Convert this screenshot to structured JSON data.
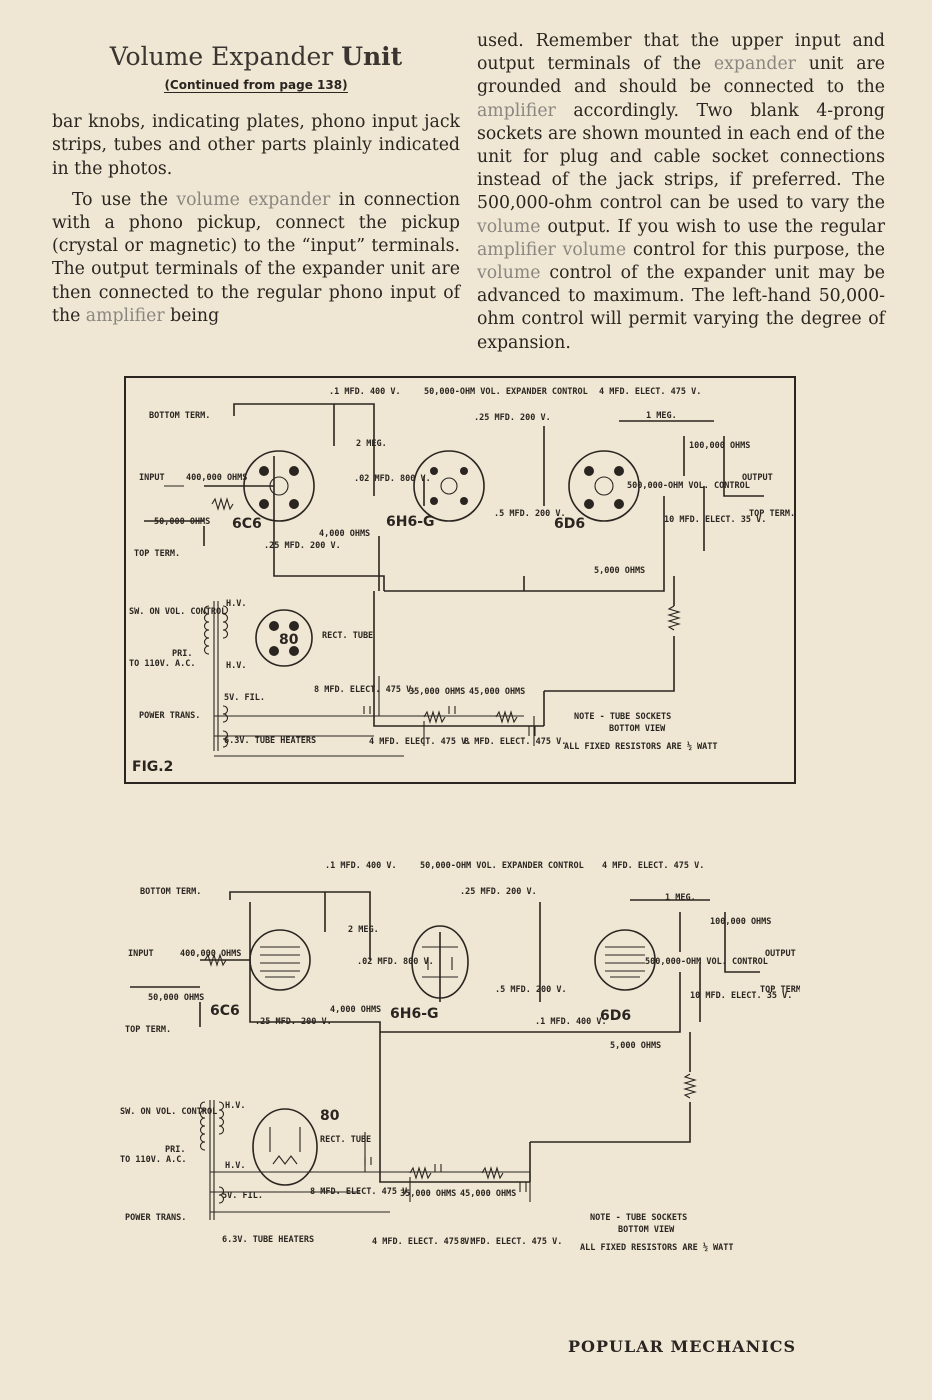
{
  "article": {
    "title_regular": "Volume Expander ",
    "title_bold": "Unit",
    "continued": "(Continued from page 138)",
    "left_p1": "bar knobs, indicating plates, phono input jack strips, tubes and other parts plainly indicated in the photos.",
    "left_p2_a": "To use the ",
    "left_p2_b": "volume expander",
    "left_p2_c": " in connection with a phono pickup, connect the pickup (crystal or magnetic) to the “input” terminals. The output terminals of the expander unit are then connected to the regular phono input of the ",
    "left_p2_d": "amplifier",
    "left_p2_e": " being",
    "right_a": "used. Remember that the upper input and output terminals of the ",
    "right_b": "expander",
    "right_c": " unit are grounded and should be connected to the ",
    "right_d": "amplifier",
    "right_e": " accordingly. Two blank 4-prong sockets are shown mounted in each end of the unit for plug and cable socket connections instead of the jack strips, if preferred. The 500,000-ohm control can be used to vary the ",
    "right_f": "volume",
    "right_g": " output. If you wish to use the regular ",
    "right_h": "amplifier volume",
    "right_i": " control for this purpose, the ",
    "right_j": "volume",
    "right_k": " control of the expander unit may be advanced to maximum. The left-hand 50,000-ohm control will permit varying the degree of expansion."
  },
  "schematic_labels": {
    "bottom_term": "BOTTOM TERM.",
    "input": "INPUT",
    "r400k": "400,000 OHMS",
    "r50k": "50,000 OHMS",
    "top_term": "TOP TERM.",
    "tube_6c6": "6C6",
    "tube_6h6g": "6H6-G",
    "tube_6d6": "6D6",
    "tube_80": "80",
    "c_1mfd_400": ".1 MFD. 400 V.",
    "vol_ctrl_50k": "50,000-OHM VOL. EXPANDER CONTROL",
    "c_25mfd_200": ".25 MFD. 200 V.",
    "c_4mfd_475": "4 MFD. ELECT. 475 V.",
    "r_2meg": "2 MEG.",
    "c_02mfd": ".02 MFD. 800 V.",
    "r_4000": "4,000 OHMS",
    "r_1meg": "1 MEG.",
    "r_100k": "100,000 OHMS",
    "output": "OUTPUT",
    "vol_500k": "500,000-OHM VOL. CONTROL",
    "c_5mfd": ".5 MFD. 200 V.",
    "c_10mfd": "10 MFD. ELECT. 35 V.",
    "r_5000": "5,000 OHMS",
    "sw_on": "SW. ON VOL. CONTROL",
    "hv": "H.V.",
    "ac": "TO 110V. A.C.",
    "pri": "PRI.",
    "fil5v": "5V. FIL.",
    "rect_tube": "RECT. TUBE",
    "c_8mfd": "8 MFD. ELECT. 475 V.",
    "r_35k": "35,000 OHMS",
    "r_45k": "45,000 OHMS",
    "power_trans": "POWER TRANS.",
    "heaters": "6.3V. TUBE HEATERS",
    "c_4mfd_b": "4 MFD. ELECT. 475 V.",
    "c_8mfd_b": "8 MFD. ELECT. 475 V.",
    "note1": "NOTE - TUBE SOCKETS",
    "note2": "BOTTOM VIEW",
    "note3": "ALL FIXED RESISTORS ARE ½ WATT",
    "fig": "FIG.2"
  },
  "footer": "POPULAR MECHANICS"
}
